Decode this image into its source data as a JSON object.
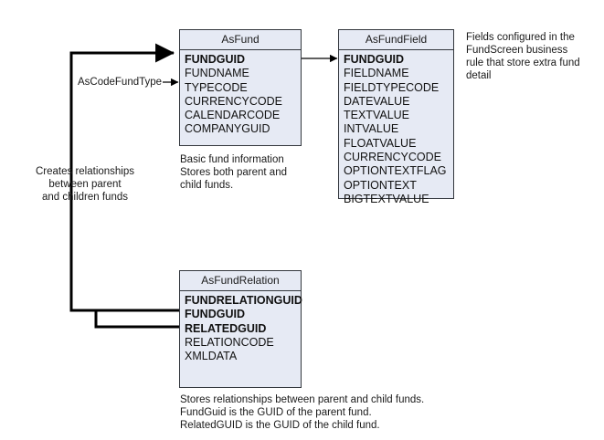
{
  "diagram": {
    "title": "Fund data model relationships",
    "background": "#ffffff",
    "entity_fill": "#e6eaf4",
    "entity_border": "#33373d",
    "line_color": "#000000"
  },
  "entities": [
    {
      "name": "AsFund",
      "fields": [
        {
          "label": "FUNDGUID",
          "key": true
        },
        {
          "label": "FUNDNAME",
          "key": false
        },
        {
          "label": "TYPECODE",
          "key": false
        },
        {
          "label": "CURRENCYCODE",
          "key": false
        },
        {
          "label": "CALENDARCODE",
          "key": false
        },
        {
          "label": "COMPANYGUID",
          "key": false
        }
      ]
    },
    {
      "name": "AsFundField",
      "fields": [
        {
          "label": "FUNDGUID",
          "key": true
        },
        {
          "label": "FIELDNAME",
          "key": false
        },
        {
          "label": "FIELDTYPECODE",
          "key": false
        },
        {
          "label": "DATEVALUE",
          "key": false
        },
        {
          "label": "TEXTVALUE",
          "key": false
        },
        {
          "label": "INTVALUE",
          "key": false
        },
        {
          "label": "FLOATVALUE",
          "key": false
        },
        {
          "label": "CURRENCYCODE",
          "key": false
        },
        {
          "label": "OPTIONTEXTFLAG",
          "key": false
        },
        {
          "label": "OPTIONTEXT",
          "key": false
        },
        {
          "label": "BIGTEXTVALUE",
          "key": false
        }
      ]
    },
    {
      "name": "AsFundRelation",
      "fields": [
        {
          "label": "FUNDRELATIONGUID",
          "key": true
        },
        {
          "label": "FUNDGUID",
          "key": true
        },
        {
          "label": "RELATEDGUID",
          "key": true
        },
        {
          "label": "RELATIONCODE",
          "key": false
        },
        {
          "label": "XMLDATA",
          "key": false
        }
      ]
    }
  ],
  "notes": {
    "fund_field_note": "Fields configured in the\nFundScreen business\nrule that store extra fund\ndetail",
    "fund_note": "Basic fund information\nStores both parent and\nchild funds.",
    "relation_left_note": "Creates relationships\nbetween parent\nand children funds",
    "relation_bottom_note": "Stores relationships between parent and child funds.\nFundGuid is the GUID of the parent fund.\nRelatedGUID is the GUID of the child fund."
  },
  "edges": {
    "code_fund_type_label": "AsCodeFundType"
  }
}
